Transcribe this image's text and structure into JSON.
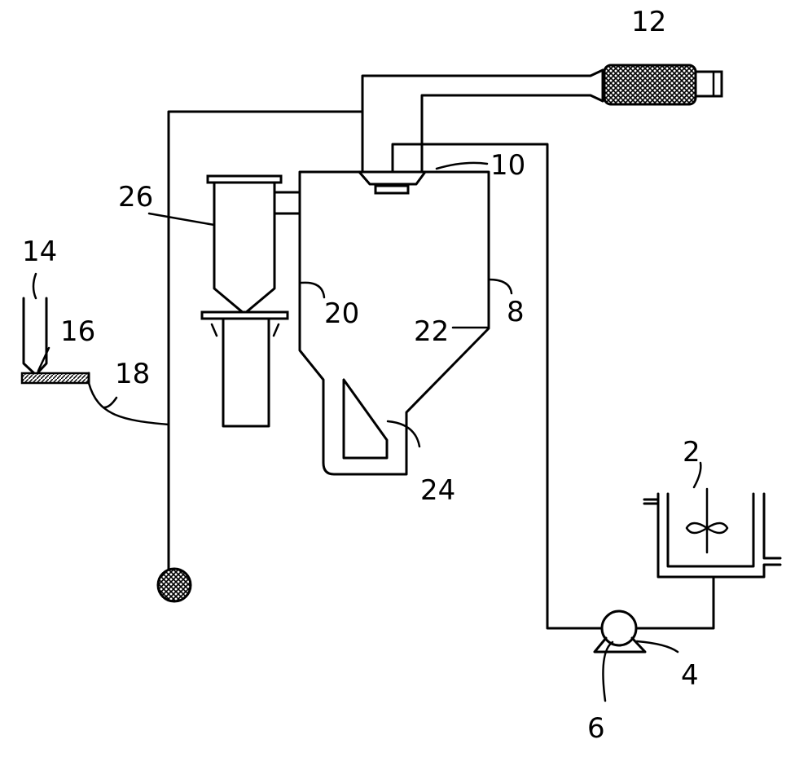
{
  "labels": {
    "tank": "2",
    "pipe": "4",
    "pump": "6",
    "dryer": "8",
    "atomizer": "10",
    "air_heater": "12",
    "feeder": "14",
    "plate": "16",
    "hose": "18",
    "chamber_wall_left": "20",
    "chamber_wall_right": "22",
    "bottom_loop": "24",
    "cyclone": "26"
  }
}
